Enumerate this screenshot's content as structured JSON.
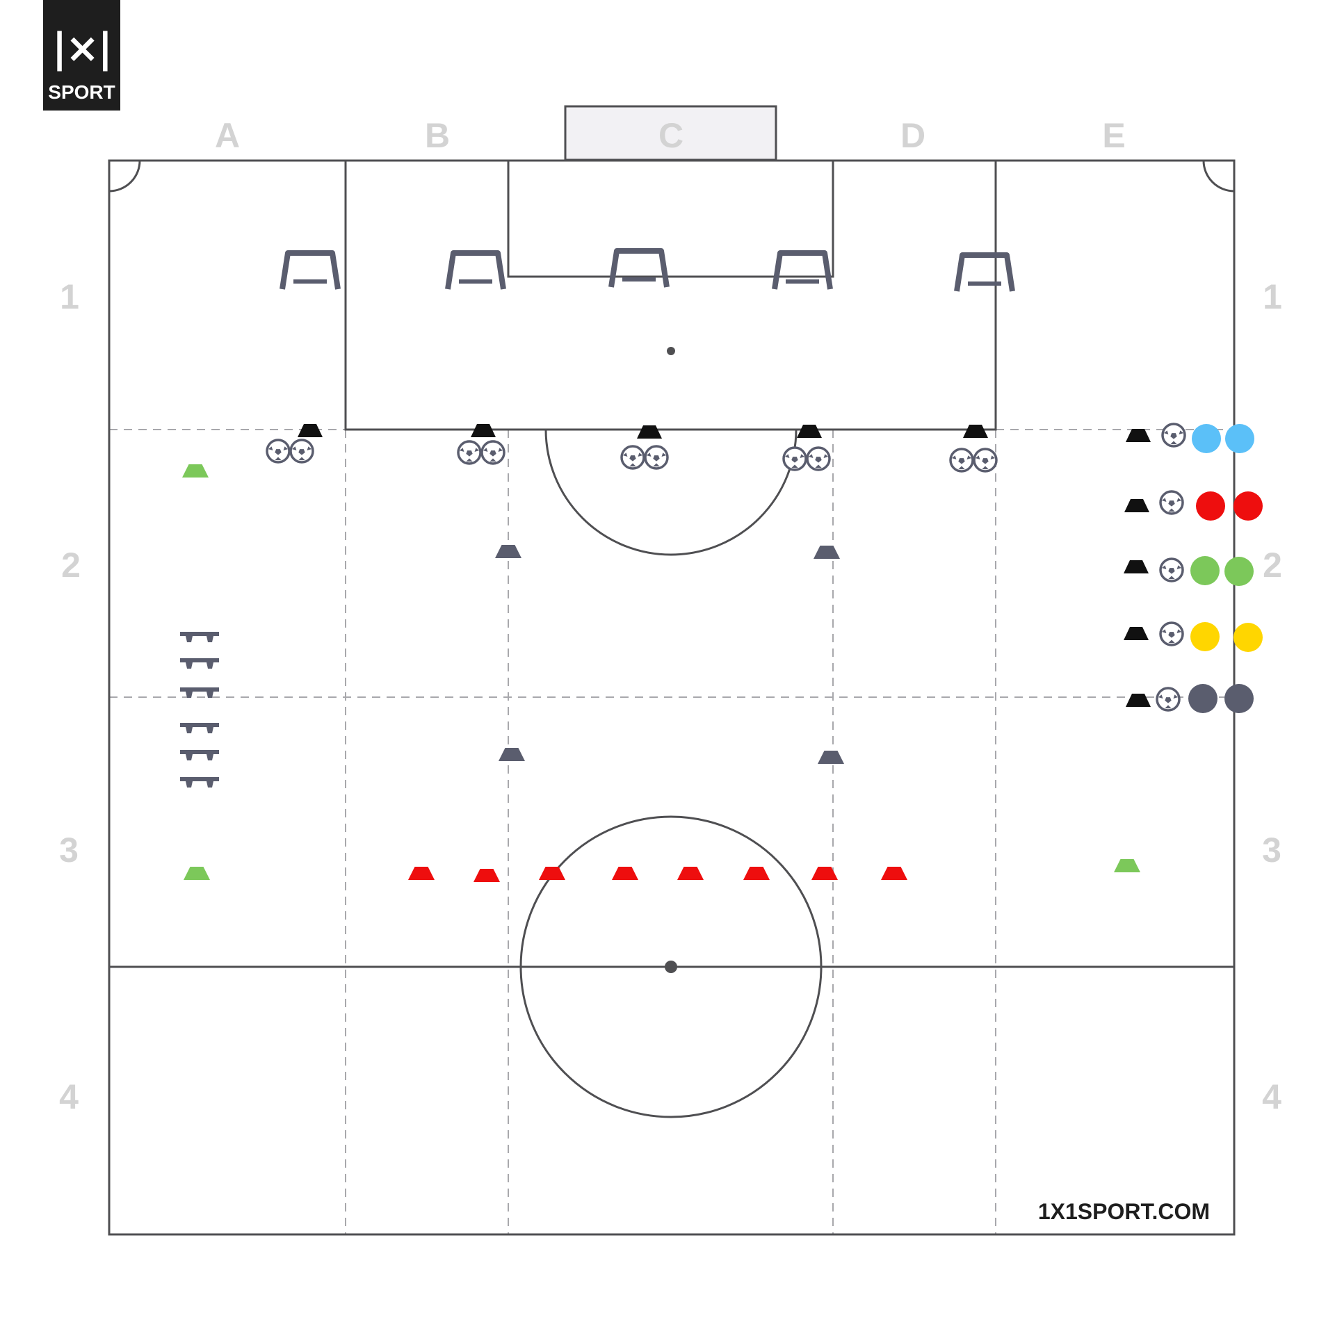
{
  "brand": {
    "logo_mark": "|×|",
    "logo_sub": "SPORT",
    "website": "1X1SPORT.COM"
  },
  "grid": {
    "columns": [
      "A",
      "B",
      "C",
      "D",
      "E"
    ],
    "rows_left": [
      "1",
      "2",
      "3",
      "4"
    ],
    "rows_right": [
      "1",
      "2",
      "3",
      "4"
    ]
  },
  "colors": {
    "pitch_line": "#4f4f52",
    "dash": "#a8a8ac",
    "goal_fill": "#f2f1f4",
    "equipment_gray": "#5a5d6e",
    "cone_black": "#111111",
    "cone_red": "#ee0e0e",
    "cone_green": "#7cc85a",
    "team_blue": "#5bc0f8",
    "team_red": "#ee0e0e",
    "team_green": "#7cc85a",
    "team_yellow": "#ffd600",
    "team_gray": "#5a5d6e"
  },
  "teams": [
    {
      "name": "blue",
      "color": "#5bc0f8"
    },
    {
      "name": "red",
      "color": "#ee0e0e"
    },
    {
      "name": "green",
      "color": "#7cc85a"
    },
    {
      "name": "yellow",
      "color": "#ffd600"
    },
    {
      "name": "gray",
      "color": "#5a5d6e"
    }
  ],
  "equipment_counts": {
    "mini_goals": 5,
    "gates_black_cones": 5,
    "ball_pairs": 5,
    "gray_cones": 4,
    "red_cones": 8,
    "green_cones": 3,
    "hurdles": 6,
    "team_cones": 5
  }
}
